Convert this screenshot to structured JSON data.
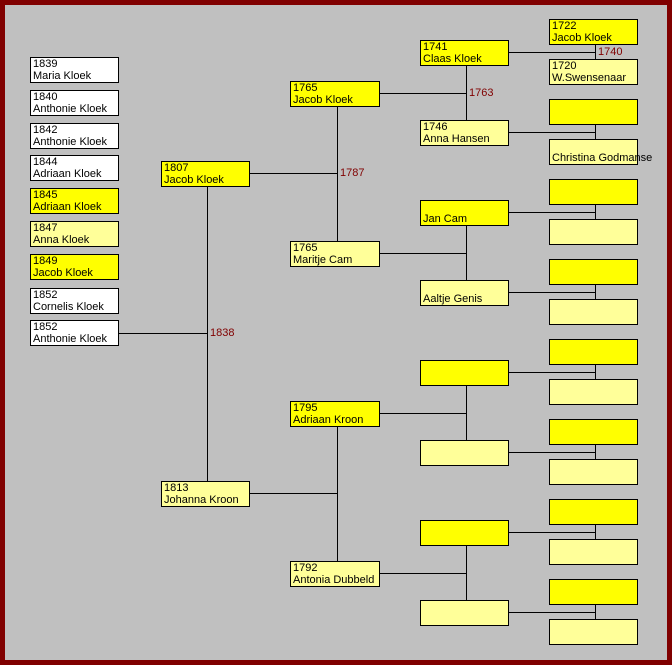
{
  "children": [
    {
      "year": "1839",
      "name": "Maria Kloek"
    },
    {
      "year": "1840",
      "name": "Anthonie Kloek"
    },
    {
      "year": "1842",
      "name": "Anthonie Kloek"
    },
    {
      "year": "1844",
      "name": "Adriaan Kloek"
    },
    {
      "year": "1845",
      "name": "Adriaan Kloek"
    },
    {
      "year": "1847",
      "name": "Anna Kloek"
    },
    {
      "year": "1849",
      "name": "Jacob Kloek"
    },
    {
      "year": "1852",
      "name": "Cornelis Kloek"
    },
    {
      "year": "1852",
      "name": "Anthonie Kloek"
    }
  ],
  "gen1": [
    {
      "year": "1807",
      "name": "Jacob Kloek"
    },
    {
      "year": "1813",
      "name": "Johanna Kroon"
    }
  ],
  "gen2": [
    {
      "year": "1765",
      "name": "Jacob Kloek"
    },
    {
      "year": "1765",
      "name": "Maritje Cam"
    },
    {
      "year": "1795",
      "name": "Adriaan Kroon"
    },
    {
      "year": "1792",
      "name": "Antonia Dubbeld"
    }
  ],
  "gen3": [
    {
      "year": "1741",
      "name": "Claas Kloek"
    },
    {
      "year": "1746",
      "name": "Anna Hansen"
    },
    {
      "year": "",
      "name": "Jan Cam"
    },
    {
      "year": "",
      "name": "Aaltje Genis"
    },
    {
      "year": "",
      "name": ""
    },
    {
      "year": "",
      "name": ""
    },
    {
      "year": "",
      "name": ""
    },
    {
      "year": "",
      "name": ""
    }
  ],
  "gen4": [
    {
      "year": "1722",
      "name": "Jacob Kloek"
    },
    {
      "year": "1720",
      "name": "W.Swensenaar"
    },
    {
      "year": "",
      "name": ""
    },
    {
      "year": "",
      "name": "Christina Godmanse"
    },
    {
      "year": "",
      "name": ""
    },
    {
      "year": "",
      "name": ""
    },
    {
      "year": "",
      "name": ""
    },
    {
      "year": "",
      "name": ""
    },
    {
      "year": "",
      "name": ""
    },
    {
      "year": "",
      "name": ""
    },
    {
      "year": "",
      "name": ""
    },
    {
      "year": "",
      "name": ""
    },
    {
      "year": "",
      "name": ""
    },
    {
      "year": "",
      "name": ""
    },
    {
      "year": "",
      "name": ""
    },
    {
      "year": "",
      "name": ""
    }
  ],
  "marriages": {
    "parents": "1838",
    "gen1_father": "1787",
    "gen2_father": "1763",
    "gen3_father": "1740"
  },
  "colors": {
    "border": "#800000",
    "background": "#c0c0c0",
    "male": "#ffff00",
    "female": "#ffff99",
    "sibling": "#ffffff",
    "marriage_year": "#800000"
  }
}
